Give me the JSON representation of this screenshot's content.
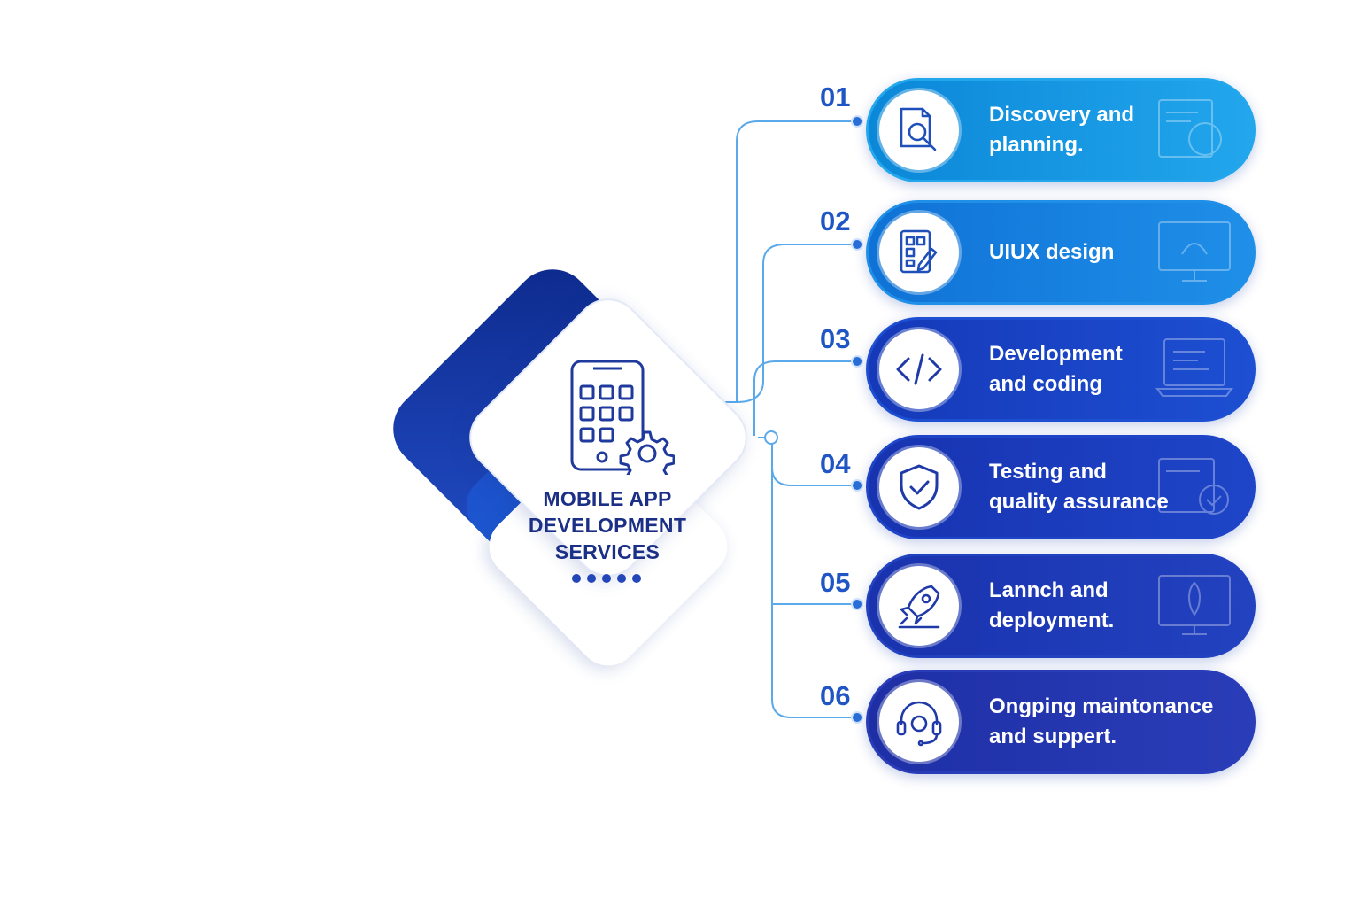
{
  "hub": {
    "title_lines": [
      "MOBILE APP",
      "DEVELOPMENT",
      "SERVICES"
    ],
    "icon": "phone-gear-icon"
  },
  "steps": [
    {
      "number": "01",
      "lines": [
        "Discovery and",
        "planning."
      ],
      "icon": "document-search-icon",
      "color_from": "#0b87d8",
      "color_to": "#22a6ec"
    },
    {
      "number": "02",
      "lines": [
        "UIUX design"
      ],
      "icon": "layout-pencil-icon",
      "color_from": "#0f72d6",
      "color_to": "#1f8fe8"
    },
    {
      "number": "03",
      "lines": [
        "Development",
        "and coding"
      ],
      "icon": "code-brackets-icon",
      "color_from": "#1539b8",
      "color_to": "#1d4fd2"
    },
    {
      "number": "04",
      "lines": [
        "Testing and",
        "quality assurance"
      ],
      "icon": "shield-check-icon",
      "color_from": "#1733b0",
      "color_to": "#1e45c8"
    },
    {
      "number": "05",
      "lines": [
        "Lannch and",
        "deployment."
      ],
      "icon": "rocket-icon",
      "color_from": "#1a32ad",
      "color_to": "#2242c0"
    },
    {
      "number": "06",
      "lines": [
        "Ongping maintonance",
        "and suppert."
      ],
      "icon": "headset-support-icon",
      "color_from": "#1e2fa6",
      "color_to": "#2a3db8"
    }
  ]
}
